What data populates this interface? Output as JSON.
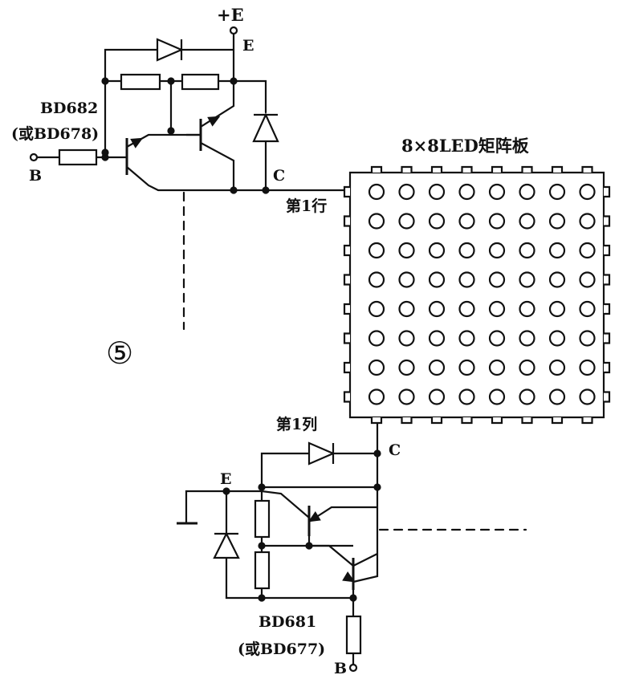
{
  "colors": {
    "line": "#111111",
    "background": "#ffffff"
  },
  "supply": {
    "plus_e": "+E",
    "e_node": "E"
  },
  "top_driver": {
    "part": "BD682",
    "alt_part": "(或BD678)",
    "base_label": "B",
    "collector_label": "C"
  },
  "row_label": "第1行",
  "matrix": {
    "title": "8×8LED矩阵板",
    "rows": 8,
    "cols": 8
  },
  "circuit_number": "⑤",
  "column_label": "第1列",
  "bottom_driver": {
    "collector_label": "C",
    "e_label": "E",
    "part": "BD681",
    "alt_part": "(或BD677)",
    "base_label": "B"
  }
}
